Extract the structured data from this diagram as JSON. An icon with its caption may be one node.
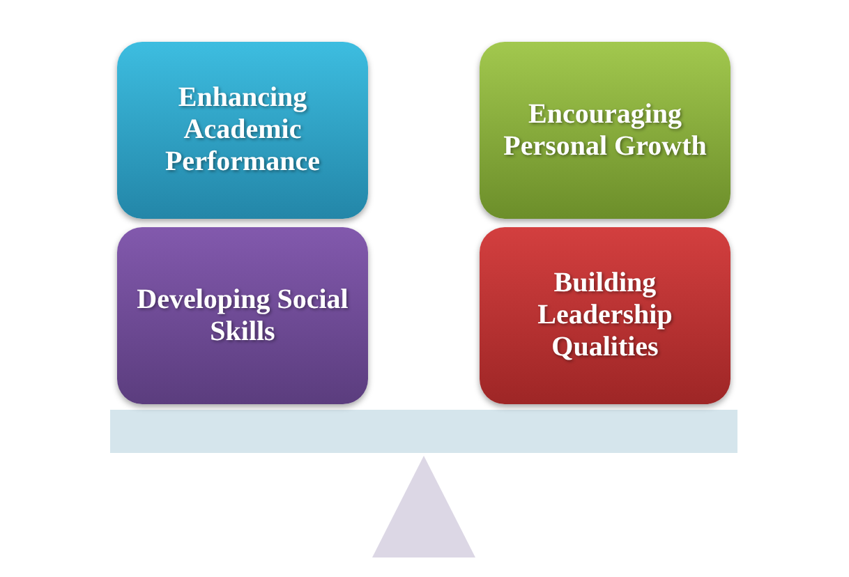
{
  "diagram": {
    "nodes": [
      {
        "text": [
          "Enhancing Academic Performance"
        ]
      },
      {
        "text": [
          "Encouraging Personal Growth"
        ]
      },
      {
        "text": [
          "Developing Social Skills"
        ]
      },
      {
        "text": [
          "Building Leadership Qualities"
        ]
      }
    ]
  }
}
